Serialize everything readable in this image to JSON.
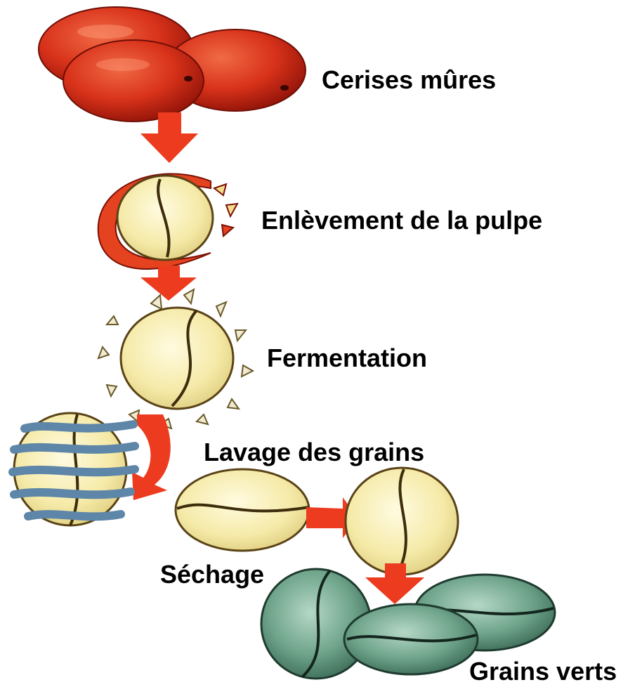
{
  "steps": [
    {
      "label": "Cerises mûres"
    },
    {
      "label": "Enlèvement de la pulpe"
    },
    {
      "label": "Fermentation"
    },
    {
      "label": "Lavage des grains"
    },
    {
      "label": "Séchage"
    },
    {
      "label": "Grains verts"
    }
  ],
  "colors": {
    "cherry": "#d8321a",
    "cherry_dark": "#8e1208",
    "arrow": "#ec3b1f",
    "bean_yellow": "#f7efb4",
    "bean_outline": "#5a4316",
    "water": "#5d86a8",
    "green_bean": "#4f8a70"
  }
}
